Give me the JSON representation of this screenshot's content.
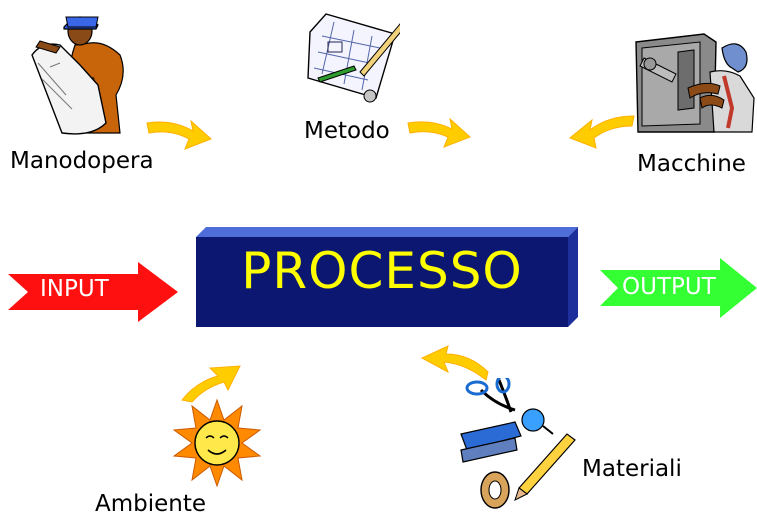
{
  "diagram": {
    "center": {
      "label": "PROCESSO",
      "fill": "#0b1770",
      "text_color": "#ffff00"
    },
    "input": {
      "label": "INPUT",
      "color": "#ff1010"
    },
    "output": {
      "label": "OUTPUT",
      "color": "#33ff33"
    },
    "factors": [
      {
        "id": "manodopera",
        "label": "Manodopera",
        "icon": "worker-with-blueprint-icon"
      },
      {
        "id": "metodo",
        "label": "Metodo",
        "icon": "blueprint-with-pencil-icon"
      },
      {
        "id": "macchine",
        "label": "Macchine",
        "icon": "machine-with-man-icon"
      },
      {
        "id": "ambiente",
        "label": "Ambiente",
        "icon": "sun-icon"
      },
      {
        "id": "materiali",
        "label": "Materiali",
        "icon": "office-supplies-icon"
      }
    ],
    "connector_color": "#ffcc00"
  }
}
